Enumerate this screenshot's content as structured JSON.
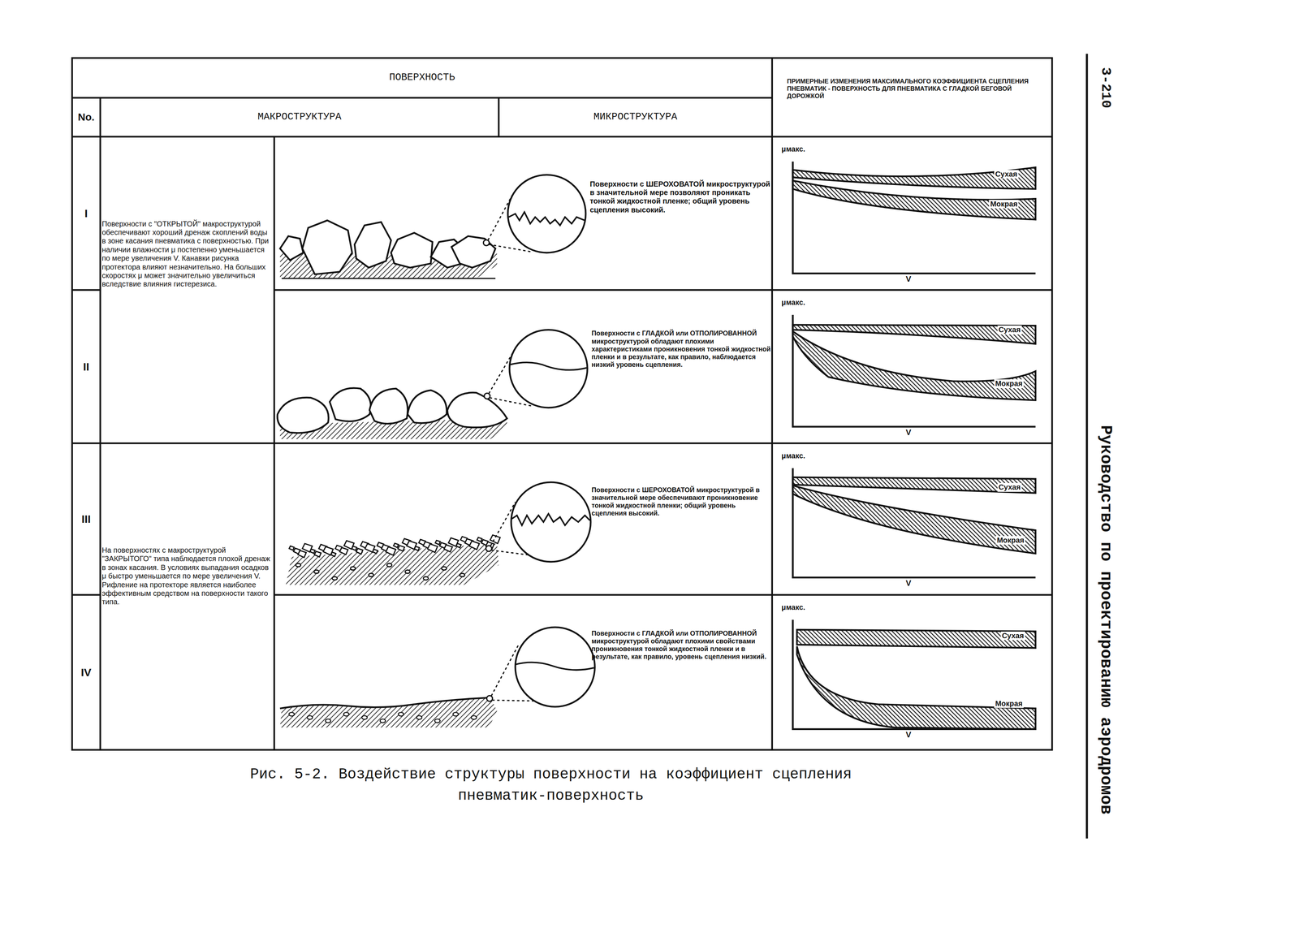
{
  "diagram": {
    "caption": "Рис. 5-2. Воздействие структуры поверхности на коэффициент сцепления пневматик-поверхность",
    "nodes": [
      {
        "text": [
          "ПОВЕРХНОСТЬ"
        ]
      },
      {
        "text": [
          "ПРИМЕРНЫЕ ИЗМЕНЕНИЯ МАКСИМАЛЬНОГО КОЭФФИЦИЕНТА СЦЕПЛЕНИЯ ПНЕВМАТИК - ПОВЕРХНОСТЬ ДЛЯ ПНЕВМАТИКА С ГЛАДКОЙ БЕГОВОЙ ДОРОЖКОЙ"
        ]
      },
      {
        "text": [
          "No."
        ]
      },
      {
        "text": [
          "МАКРОСТРУКТУРА"
        ]
      },
      {
        "text": [
          "МИКРОСТРУКТУРА"
        ]
      },
      {
        "text": [
          "I"
        ]
      },
      {
        "text": [
          "Поверхности с \"ОТКРЫТОЙ\" макроструктурой обеспечивают хороший дренаж скоплений воды в зоне касания пневматика с поверхностью. При наличии влажности μ постепенно уменьшается по мере увеличения V. Канавки рисунка протектора влияют незначительно. На больших скоростях μ может значительно увеличиться вследствие влияния гистерезиса."
        ]
      },
      {
        "text": [
          "Поверхности с ШЕРОХОВАТОЙ микроструктурой в значительной мере позволяют проникать тонкой жидкостной пленке; общий уровень сцепления высокий."
        ]
      },
      {
        "text": [
          "μмакс.",
          "Сухая",
          "Мокрая",
          "V"
        ]
      },
      {
        "text": [
          "II"
        ]
      },
      {
        "text": [
          "Поверхности с ГЛАДКОЙ или ОТПОЛИРОВАННОЙ микроструктурой обладают плохими характеристиками проникновения тонкой жидкостной пленки и в результате, как правило, наблюдается низкий уровень сцепления."
        ]
      },
      {
        "text": [
          "μмакс.",
          "Сухая",
          "Мокрая",
          "V"
        ]
      },
      {
        "text": [
          "III"
        ]
      },
      {
        "text": [
          "На поверхностях с макроструктурой \"ЗАКРЫТОГО\" типа наблюдается плохой дренаж в зонах касания. В условиях выпадания осадков μ быстро уменьшается по мере увеличения V. Рифление на протекторе является наиболее эффективным средством на поверхности такого типа."
        ]
      },
      {
        "text": [
          "Поверхности с ШЕРОХОВАТОЙ микроструктурой в значительной мере обеспечивают проникновение тонкой жидкостной пленки; общий уровень сцепления высокий."
        ]
      },
      {
        "text": [
          "μмакс.",
          "Сухая",
          "Мокрая",
          "V"
        ]
      },
      {
        "text": [
          "IV"
        ]
      },
      {
        "text": [
          "Поверхности с ГЛАДКОЙ или ОТПОЛИРОВАННОЙ микроструктурой обладают плохими свойствами проникновения тонкой жидкостной пленки и в результате, как правило, уровень сцепления низкий."
        ]
      },
      {
        "text": [
          "μмакс.",
          "Сухая",
          "Мокрая",
          "V"
        ]
      }
    ],
    "labels": [
      "3-210",
      "Руководство по проектированию аэродромов"
    ]
  }
}
